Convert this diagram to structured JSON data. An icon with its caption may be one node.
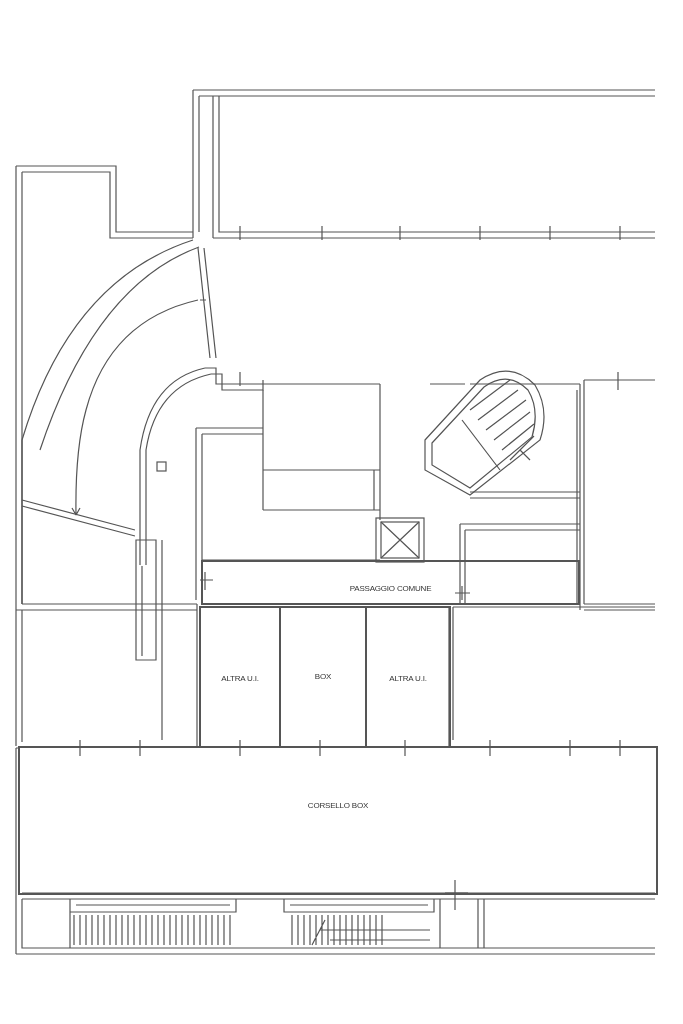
{
  "diagram": {
    "nodes": [
      {
        "text": [
          "PASSAGGIO COMUNE"
        ]
      },
      {
        "text": [
          "ALTRA U.I."
        ]
      },
      {
        "text": [
          "BOX"
        ]
      },
      {
        "text": [
          "ALTRA U.I."
        ]
      },
      {
        "text": [
          "CORSELLO BOX"
        ]
      }
    ]
  }
}
